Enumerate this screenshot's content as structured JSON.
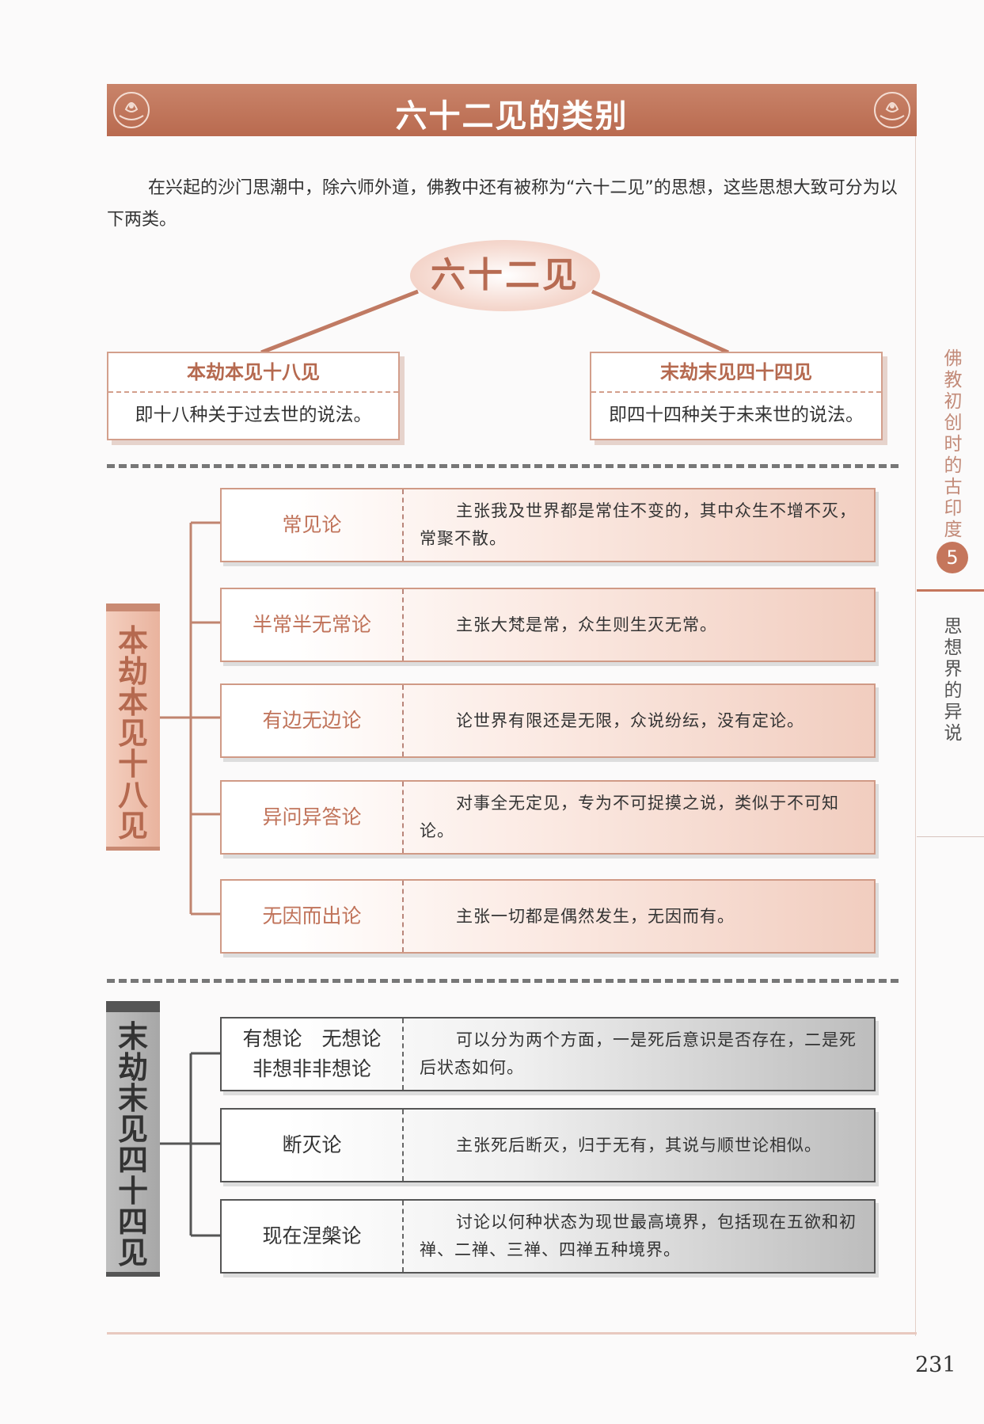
{
  "title": "六十二见的类别",
  "intro": "在兴起的沙门思潮中，除六师外道，佛教中还有被称为“六十二见”的思想，这些思想大致可分为以下两类。",
  "root": "六十二见",
  "branches": [
    {
      "title": "本劫本见十八见",
      "desc": "即十八种关于过去世的说法。"
    },
    {
      "title": "末劫末见四十四见",
      "desc": "即四十四种关于未来世的说法。"
    }
  ],
  "group1": {
    "label": [
      "本",
      "劫",
      "本",
      "见",
      "十",
      "八",
      "见"
    ],
    "rows": [
      {
        "name": [
          "常见论"
        ],
        "desc": "主张我及世界都是常住不变的，其中众生不增不灭，常聚不散。"
      },
      {
        "name": [
          "半常半无常论"
        ],
        "desc": "主张大梵是常，众生则生灭无常。"
      },
      {
        "name": [
          "有边无边论"
        ],
        "desc": "论世界有限还是无限，众说纷纭，没有定论。"
      },
      {
        "name": [
          "异问异答论"
        ],
        "desc": "对事全无定见，专为不可捉摸之说，类似于不可知论。"
      },
      {
        "name": [
          "无因而出论"
        ],
        "desc": "主张一切都是偶然发生，无因而有。"
      }
    ]
  },
  "group2": {
    "label": [
      "末",
      "劫",
      "末",
      "见",
      "四",
      "十",
      "四",
      "见"
    ],
    "rows": [
      {
        "name": [
          "有想论　无想论",
          "非想非非想论"
        ],
        "desc": "可以分为两个方面，一是死后意识是否存在，二是死后状态如何。"
      },
      {
        "name": [
          "断灭论"
        ],
        "desc": "主张死后断灭，归于无有，其说与顺世论相似。"
      },
      {
        "name": [
          "现在涅槃论"
        ],
        "desc": "讨论以何种状态为现世最高境界，包括现在五欲和初禅、二禅、三禅、四禅五种境界。"
      }
    ]
  },
  "side": {
    "top": [
      "佛",
      "教",
      "初",
      "创",
      "时",
      "的",
      "古",
      "印",
      "度"
    ],
    "chapter": "5",
    "bottom": [
      "思",
      "想",
      "界",
      "的",
      "异",
      "说"
    ]
  },
  "page_number": "231",
  "colors": {
    "accent": "#c5765c",
    "banner": "#bf7459",
    "grey": "#555555"
  }
}
